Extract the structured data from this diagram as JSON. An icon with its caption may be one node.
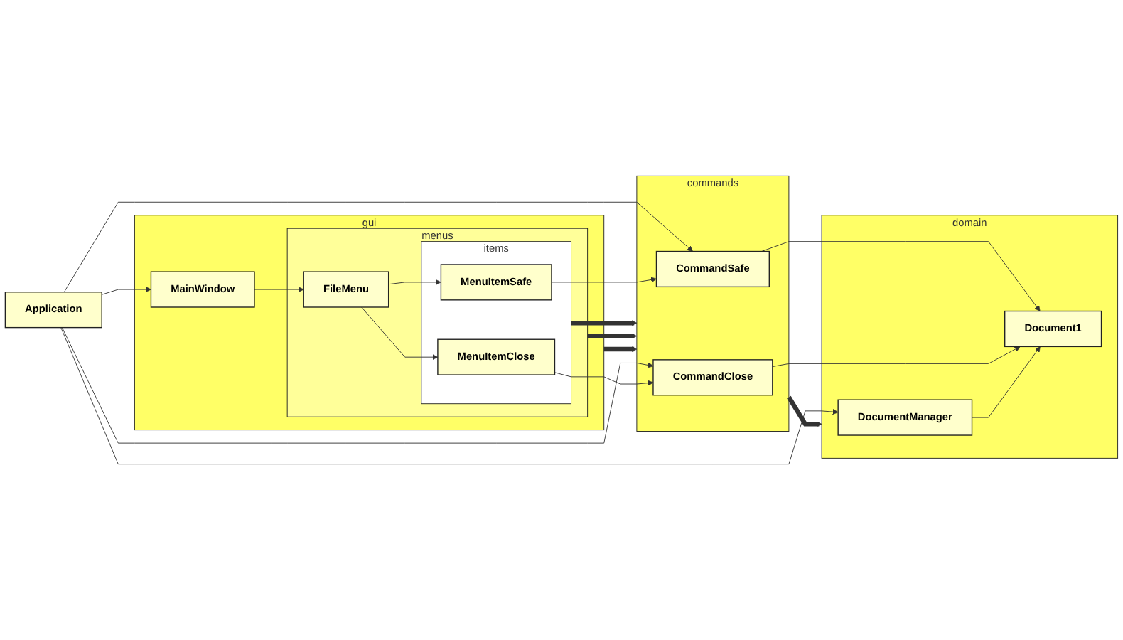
{
  "diagram": {
    "nodes": [
      {
        "text": [
          "Application"
        ]
      },
      {
        "text": [
          "gui"
        ]
      },
      {
        "text": [
          "MainWindow"
        ],
        "in": 1
      },
      {
        "text": [
          "menus"
        ],
        "in": 1
      },
      {
        "text": [
          "FileMenu"
        ],
        "in": 3
      },
      {
        "text": [
          "items"
        ],
        "in": 3
      },
      {
        "text": [
          "MenuItemClose"
        ],
        "in": 5
      },
      {
        "text": [
          "MenuItemSafe"
        ],
        "in": 5
      },
      {
        "text": [
          "commands"
        ]
      },
      {
        "text": [
          "CommandSafe"
        ],
        "in": 8
      },
      {
        "text": [
          "CommandClose"
        ],
        "in": 8
      },
      {
        "text": [
          "domain"
        ]
      },
      {
        "text": [
          "DocumentManager"
        ],
        "in": 11
      },
      {
        "text": [
          "Document1"
        ],
        "in": 11
      }
    ],
    "edges": [
      {
        "from": 0,
        "to": 2,
        "arrow": "to"
      },
      {
        "from": 0,
        "to": 9,
        "arrow": "to"
      },
      {
        "from": 0,
        "to": 10,
        "arrow": "to"
      },
      {
        "from": 0,
        "to": 12,
        "arrow": "to"
      },
      {
        "from": 2,
        "to": 4,
        "arrow": "to"
      },
      {
        "from": 4,
        "to": 6,
        "arrow": "to"
      },
      {
        "from": 4,
        "to": 7,
        "arrow": "to"
      },
      {
        "from": 7,
        "to": 9,
        "arrow": "to"
      },
      {
        "from": 6,
        "to": 10,
        "arrow": "to"
      },
      {
        "from": 9,
        "to": 13,
        "arrow": "to"
      },
      {
        "from": 10,
        "to": 13,
        "arrow": "to"
      },
      {
        "from": 12,
        "to": 13,
        "arrow": "to"
      },
      {
        "from": 5,
        "to": 8,
        "arrow": "to",
        "style": "thick"
      },
      {
        "from": 3,
        "to": 8,
        "arrow": "to",
        "style": "thick"
      },
      {
        "from": 1,
        "to": 8,
        "arrow": "to",
        "style": "thick"
      },
      {
        "from": 8,
        "to": 11,
        "arrow": "to",
        "style": "thick"
      }
    ]
  }
}
